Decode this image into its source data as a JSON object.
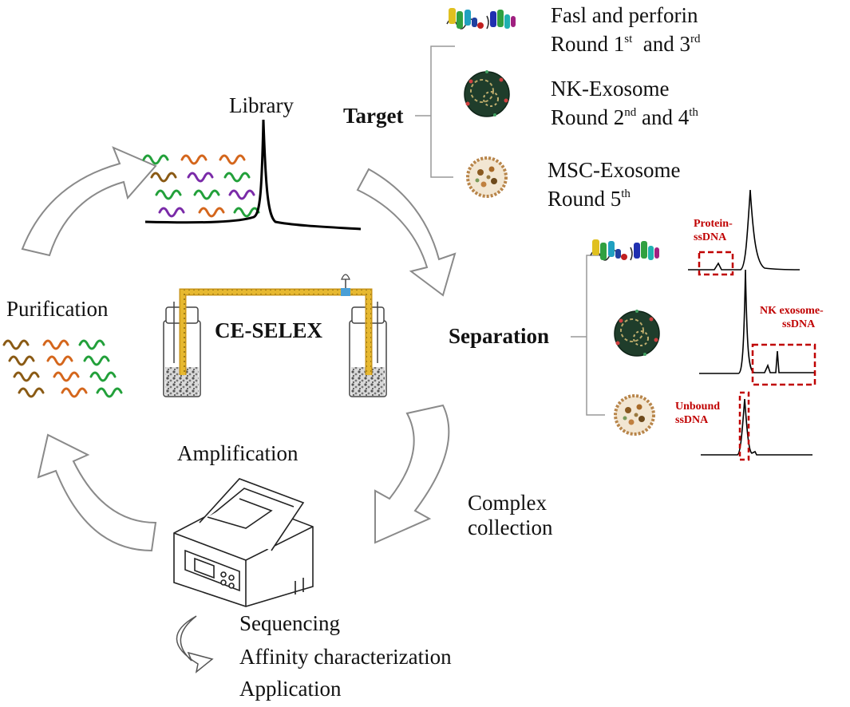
{
  "labels": {
    "library": "Library",
    "target": "Target",
    "purification": "Purification",
    "ce_selex": "CE-SELEX",
    "separation": "Separation",
    "amplification": "Amplification",
    "complex_collection": [
      "Complex",
      "collection"
    ],
    "downstream": [
      "Sequencing",
      "Affinity characterization",
      "Application"
    ]
  },
  "targets": [
    {
      "name": "Fasl and perforin",
      "round_prefix": "Round 1",
      "sup1": "st",
      "mid": "  and 3",
      "sup2": "rd"
    },
    {
      "name": "NK-Exosome",
      "round_prefix": "Round 2",
      "sup1": "nd",
      "mid": " and 4",
      "sup2": "th"
    },
    {
      "name": "MSC-Exosome",
      "round_prefix": "Round 5",
      "sup1": "th",
      "mid": "",
      "sup2": ""
    }
  ],
  "peak_labels": {
    "protein": [
      "Protein-",
      "ssDNA"
    ],
    "nk": [
      "NK exosome-",
      "ssDNA"
    ],
    "unbound": [
      "Unbound",
      "ssDNA"
    ]
  },
  "colors": {
    "arrow_stroke": "#8a8a8a",
    "capillary": "#e6b830",
    "capillary_edge": "#c9961a",
    "detector": "#4a9fd6",
    "highlight_red": "#c00000",
    "exosome_dark": "#1f3d2b",
    "msc_tan": "#d8b48a",
    "dna_green": "#22a03a",
    "dna_orange": "#d4661c",
    "dna_purple": "#7a2aa8",
    "dna_brown": "#8a5a14"
  }
}
